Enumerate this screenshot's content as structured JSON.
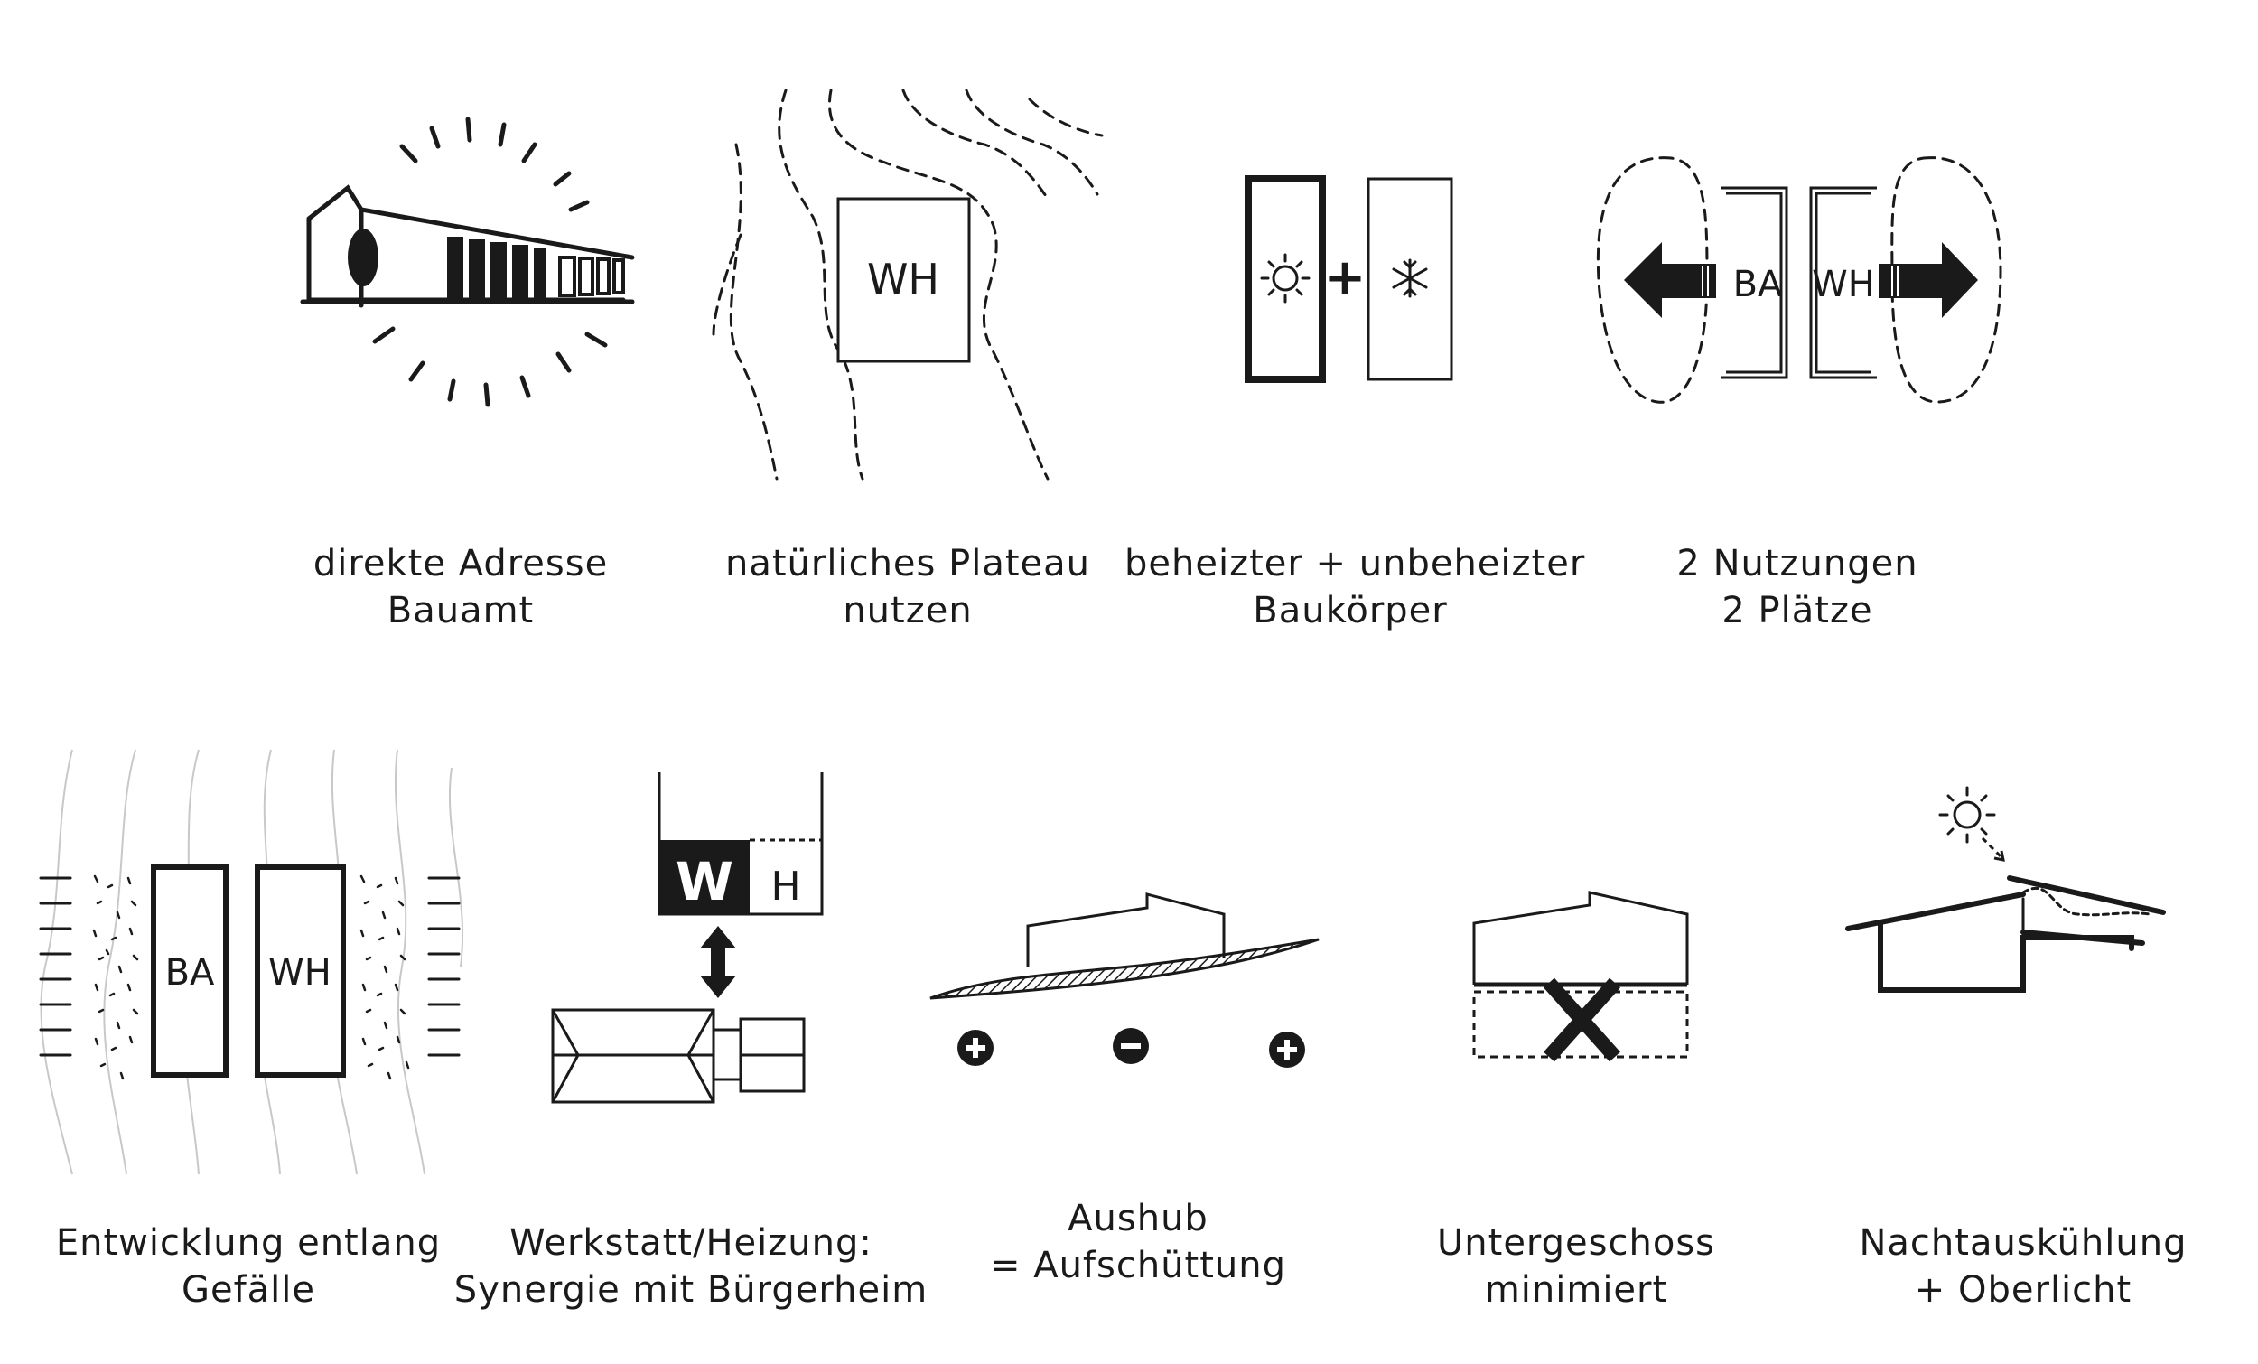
{
  "diagrams": [
    {
      "id": "direkte-adresse",
      "lines": [
        "direkte Adresse",
        "Bauamt"
      ]
    },
    {
      "id": "plateau",
      "label": "WH",
      "lines": [
        "natürliches Plateau",
        "nutzen"
      ]
    },
    {
      "id": "baukoerper",
      "plus": "+",
      "lines": [
        "beheizter + unbeheizter",
        "Baukörper"
      ]
    },
    {
      "id": "nutzungen",
      "label_left": "BA",
      "label_right": "WH",
      "lines": [
        "2 Nutzungen",
        "2 Plätze"
      ]
    },
    {
      "id": "gefaelle",
      "label_left": "BA",
      "label_right": "WH",
      "lines": [
        "Entwicklung entlang",
        "Gefälle"
      ]
    },
    {
      "id": "werkstatt",
      "label_w": "W",
      "label_h": "H",
      "lines": [
        "Werkstatt/Heizung:",
        "Synergie mit Bürgerheim"
      ]
    },
    {
      "id": "aushub",
      "lines": [
        "Aushub",
        "= Aufschüttung"
      ]
    },
    {
      "id": "untergeschoss",
      "lines": [
        "Untergeschoss",
        "minimiert"
      ]
    },
    {
      "id": "nachtauskuehlung",
      "lines": [
        "Nachtauskühlung",
        "+ Oberlicht"
      ]
    }
  ],
  "colors": {
    "ink": "#1a1a1a",
    "contour_light": "#c8c8c8"
  }
}
